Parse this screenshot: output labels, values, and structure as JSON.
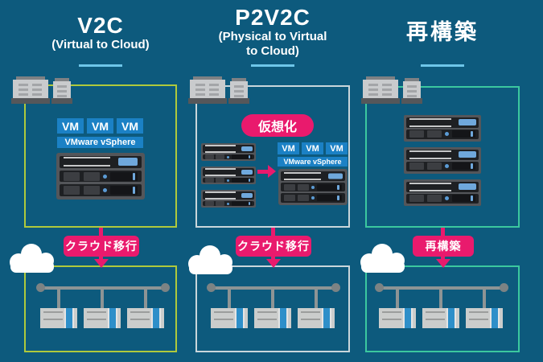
{
  "columns": [
    {
      "title": "V2C",
      "subtitle_lines": [
        "(Virtual to Cloud)"
      ],
      "vms": [
        "VM",
        "VM",
        "VM"
      ],
      "hypervisor": "VMware vSphere",
      "migration_badge": "クラウド移行"
    },
    {
      "title": "P2V2C",
      "subtitle_lines": [
        "(Physical to Virtual",
        "to Cloud)"
      ],
      "step_badge": "仮想化",
      "vms": [
        "VM",
        "VM",
        "VM"
      ],
      "hypervisor": "VMware vSphere",
      "migration_badge": "クラウド移行"
    },
    {
      "title": "再構築",
      "subtitle_lines": [],
      "migration_badge": "再構築"
    }
  ],
  "colors": {
    "background": "#0D5A7D",
    "accent_pink": "#E91A6D",
    "vm_blue": "#1B81C5",
    "divider_blue": "#6EC6E9",
    "box_border_v2c": "#AFC93C",
    "box_border_p2v2c": "#C9D6DB",
    "box_border_rebuild": "#3BC89F",
    "server_accent_blue": "#6FA8DC",
    "instance_stripe_blue": "#2E8FC9",
    "cloud_white": "#FFFFFF"
  },
  "icons": {
    "building": "on-premise-server-icon",
    "cloud": "cloud-icon",
    "arrow_down": "arrow-down-icon",
    "arrow_right": "arrow-right-icon"
  }
}
